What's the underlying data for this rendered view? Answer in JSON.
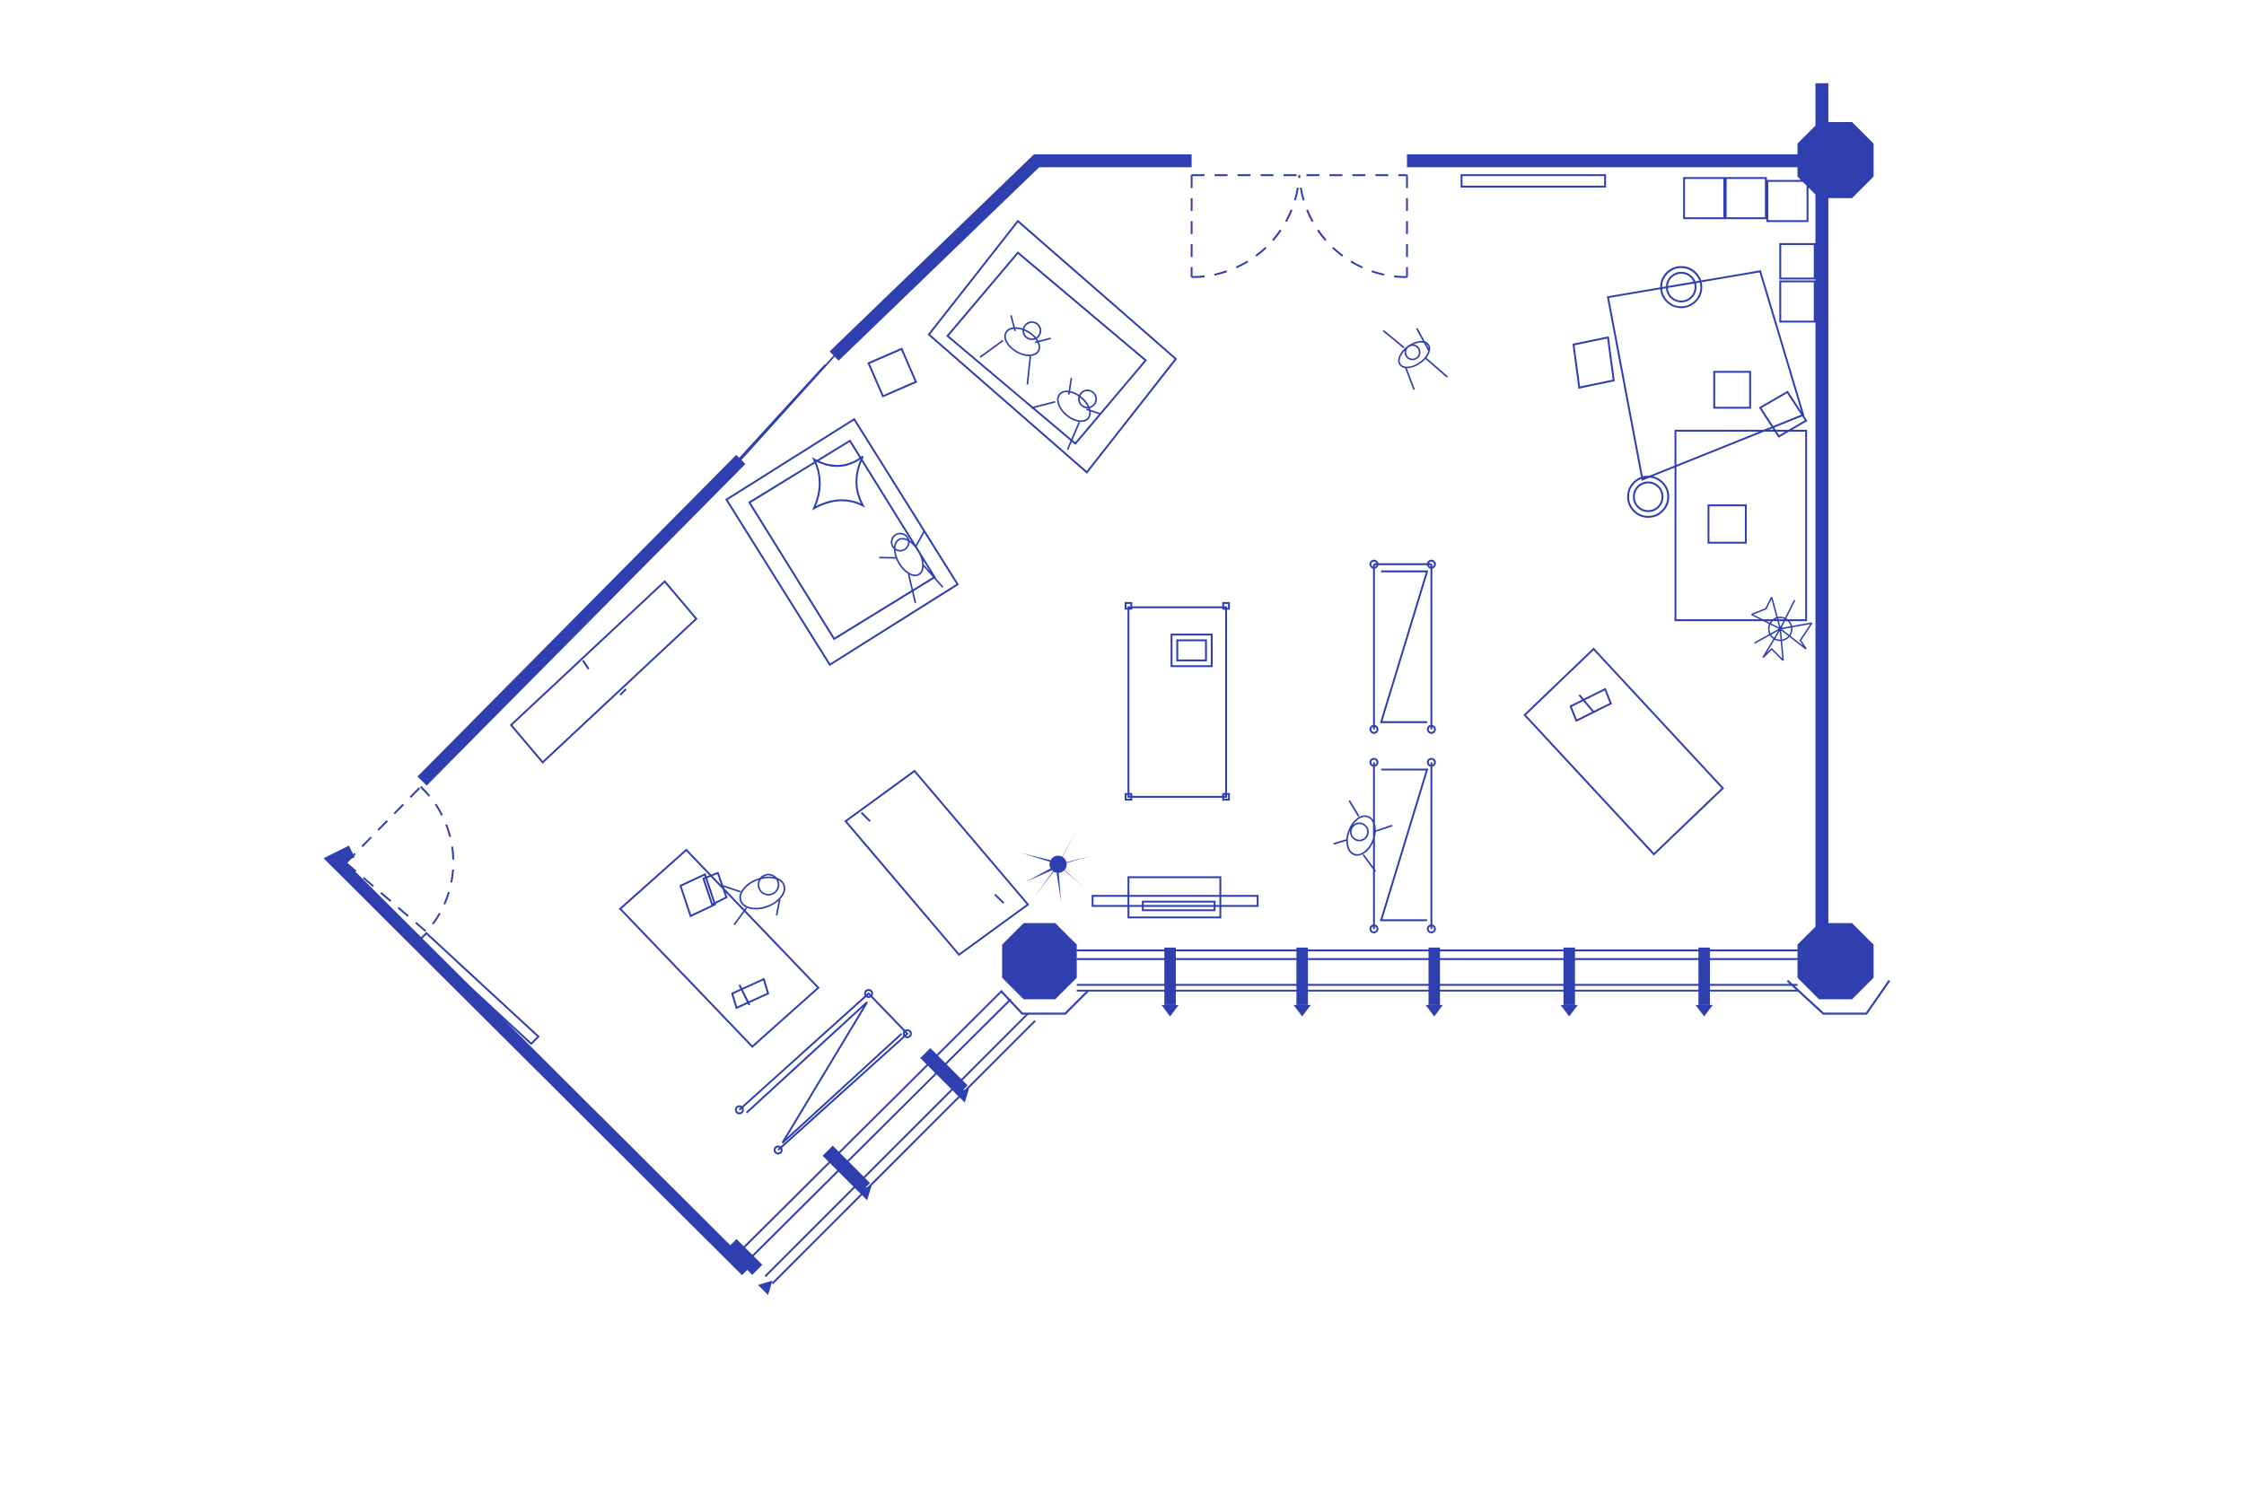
{
  "plan": {
    "colors": {
      "background": "#ffffff",
      "ink": "#2f3fb0",
      "wall_fill": "#2f3fb0"
    },
    "elements": [
      {
        "kind": "exterior-wall"
      },
      {
        "kind": "structural-column",
        "count": 3
      },
      {
        "kind": "double-door",
        "wall": "top"
      },
      {
        "kind": "single-door",
        "wall": "left"
      },
      {
        "kind": "window-mullion-wall",
        "count": 2
      },
      {
        "kind": "lounge-sofa",
        "count": 2
      },
      {
        "kind": "desk",
        "count": 6
      },
      {
        "kind": "clothing-rack",
        "count": 3
      },
      {
        "kind": "potted-plant",
        "count": 2
      },
      {
        "kind": "stool",
        "count": 6
      },
      {
        "kind": "person",
        "count": 7
      }
    ]
  }
}
